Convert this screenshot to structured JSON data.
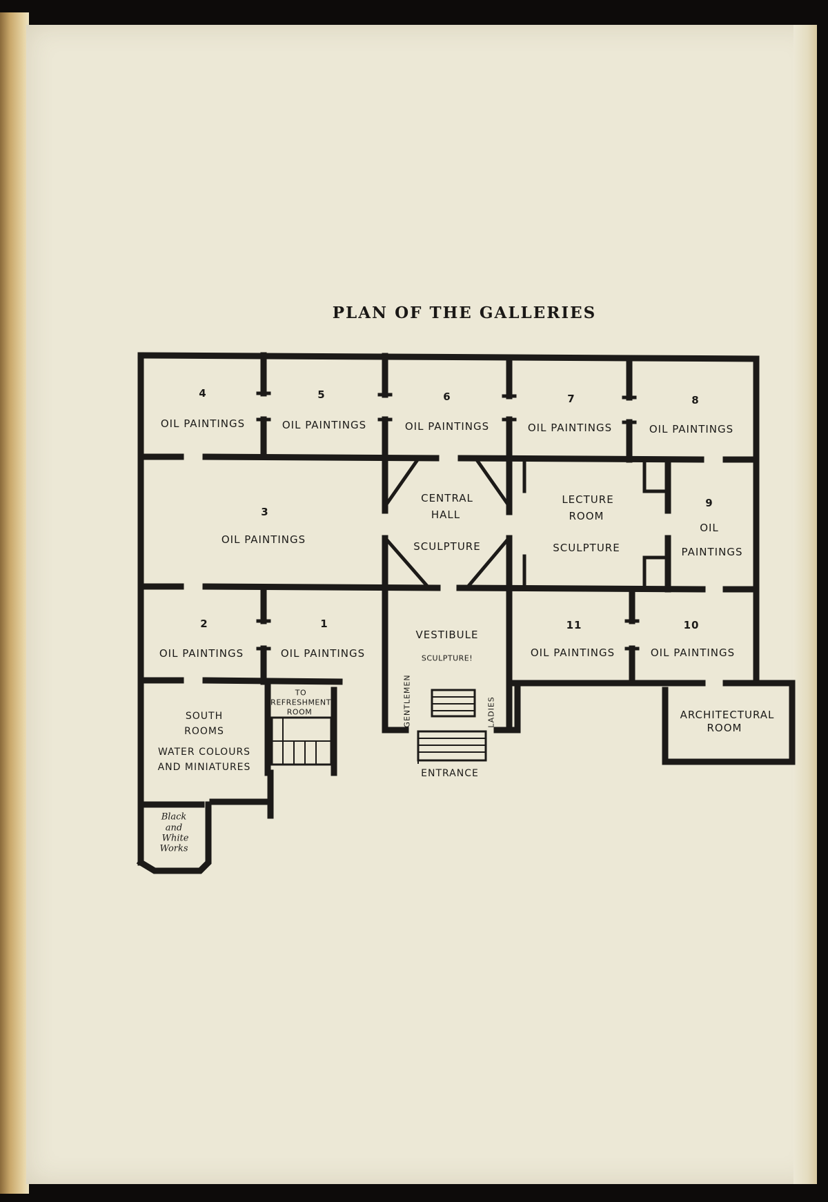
{
  "title": "PLAN OF THE GALLERIES",
  "rooms": {
    "r4_num": "4",
    "r4_label": "OIL PAINTINGS",
    "r5_num": "5",
    "r5_label": "OIL PAINTINGS",
    "r6_num": "6",
    "r6_label": "OIL PAINTINGS",
    "r7_num": "7",
    "r7_label": "OIL PAINTINGS",
    "r8_num": "8",
    "r8_label": "OIL PAINTINGS",
    "r3_num": "3",
    "r3_label": "OIL PAINTINGS",
    "central_hall_1": "CENTRAL",
    "central_hall_2": "HALL",
    "central_hall_3": "SCULPTURE",
    "lecture_1": "LECTURE",
    "lecture_2": "ROOM",
    "lecture_3": "SCULPTURE",
    "r9_num": "9",
    "r9_label_1": "OIL",
    "r9_label_2": "PAINTINGS",
    "r2_num": "2",
    "r2_label": "OIL PAINTINGS",
    "r1_num": "1",
    "r1_label": "OIL PAINTINGS",
    "vestibule_1": "VESTIBULE",
    "vestibule_2": "SCULPTURE!",
    "r11_num": "11",
    "r11_label": "OIL PAINTINGS",
    "r10_num": "10",
    "r10_label": "OIL PAINTINGS",
    "refresh_1": "TO",
    "refresh_2": "REFRESHMENT",
    "refresh_3": "ROOM",
    "south_1": "SOUTH",
    "south_2": "ROOMS",
    "south_3": "WATER COLOURS",
    "south_4": "AND MINIATURES",
    "gentlemen": "GENTLEMEN",
    "ladies": "LADIES",
    "entrance": "ENTRANCE",
    "architectural_1": "ARCHITECTURAL",
    "architectural_2": "ROOM",
    "bw_1": "Black",
    "bw_2": "and",
    "bw_3": "White",
    "bw_4": "Works"
  }
}
